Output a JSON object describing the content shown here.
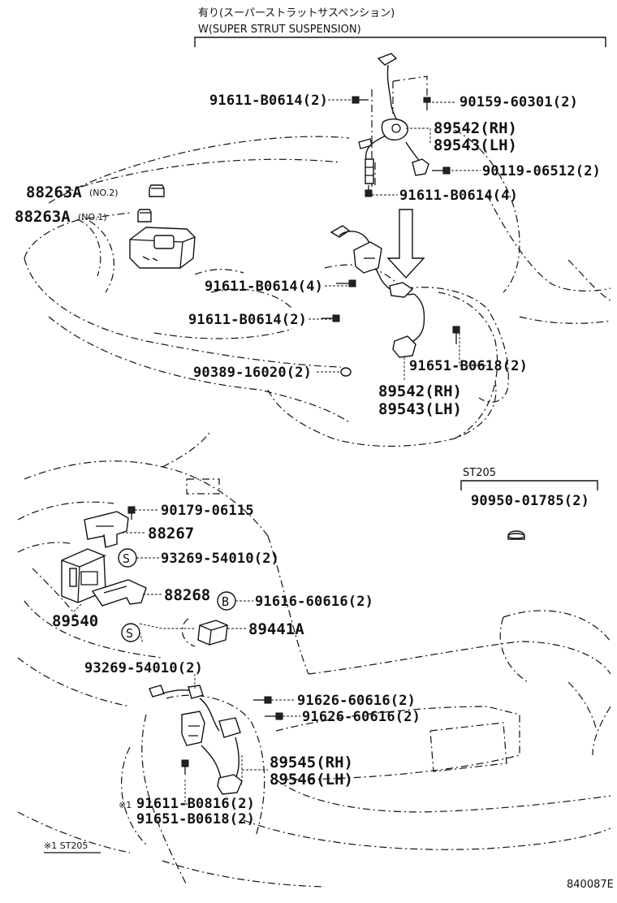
{
  "header": {
    "jp": "有り(スーパーストラットサスペンション)",
    "en": "W(SUPER STRUT SUSPENSION)"
  },
  "labels": {
    "p1": "91611-B0614(2)",
    "p2": "90159-60301(2)",
    "p3a": "89542(RH)",
    "p3b": "89543(LH)",
    "p4": "90119-06512(2)",
    "p5": "91611-B0614(4)",
    "p6": "88263A",
    "p6note": "(NO.2)",
    "p7": "88263A",
    "p7note": "(NO.1)",
    "p8": "91611-B0614(4)",
    "p9": "91611-B0614(2)",
    "p10": "90389-16020(2)",
    "p11": "91651-B0618(2)",
    "p12a": "89542(RH)",
    "p12b": "89543(LH)",
    "st205": "ST205",
    "p13": "90950-01785(2)",
    "p14": "90179-06115",
    "p15": "88267",
    "p16": "93269-54010(2)",
    "p17": "88268",
    "p18": "91616-60616(2)",
    "p19": "89540",
    "p20": "89441A",
    "p21": "93269-54010(2)",
    "p22": "91626-60616(2)",
    "p23": "91626-60616(2)",
    "p24a": "89545(RH)",
    "p24b": "89546(LH)",
    "p25mark": "※1",
    "p25": "91611-B0816(2)",
    "p26": "91651-B0618(2)",
    "footnote": "※1 ST205",
    "code": "840087E",
    "circleS": "S",
    "circleB": "B"
  },
  "icons": {
    "arrow": "down-arrow-icon",
    "bolt": "bolt-icon",
    "clip": "clip-icon"
  }
}
